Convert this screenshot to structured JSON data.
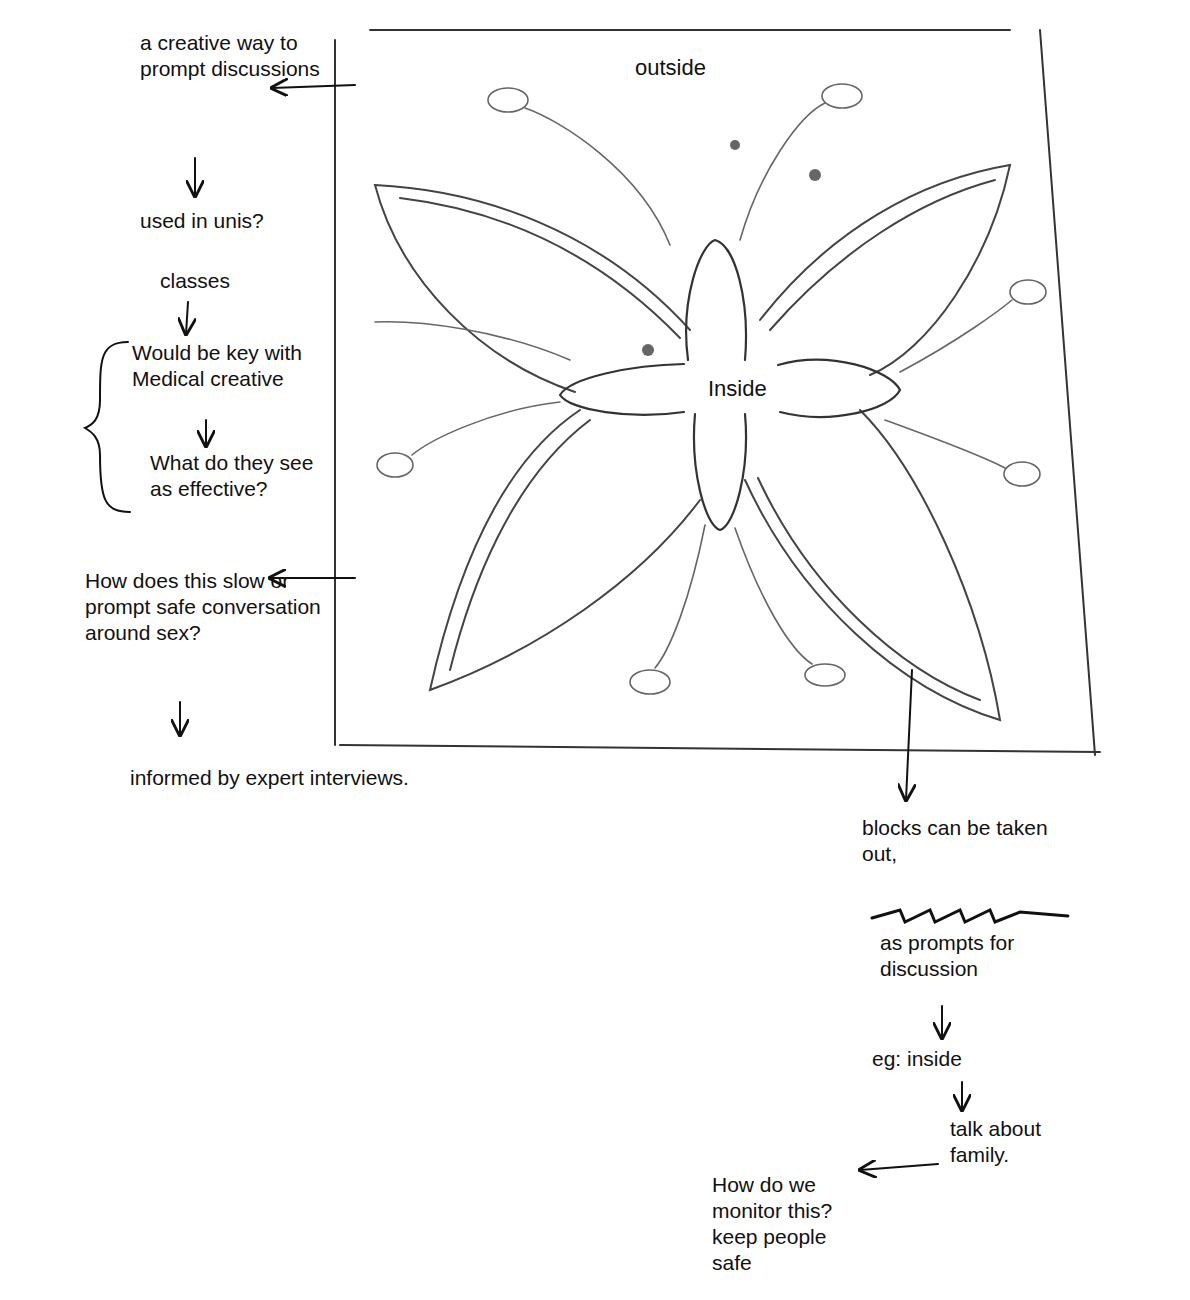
{
  "diagram": {
    "nodes": [
      {
        "text": [
          "outside"
        ]
      },
      {
        "text": [
          "Inside"
        ],
        "in": 0
      }
    ],
    "labels": [
      "a creative way to prompt discussions",
      "used in unis?",
      "classes",
      "Would be key with Medical creative",
      "What do they see as effective?",
      "How does this slow or prompt safe conversation around sex?",
      "informed by expert interviews.",
      "blocks can be taken out,",
      "as prompts for discussion",
      "eg: inside",
      "talk about family.",
      "How do we monitor this? keep people safe"
    ]
  }
}
